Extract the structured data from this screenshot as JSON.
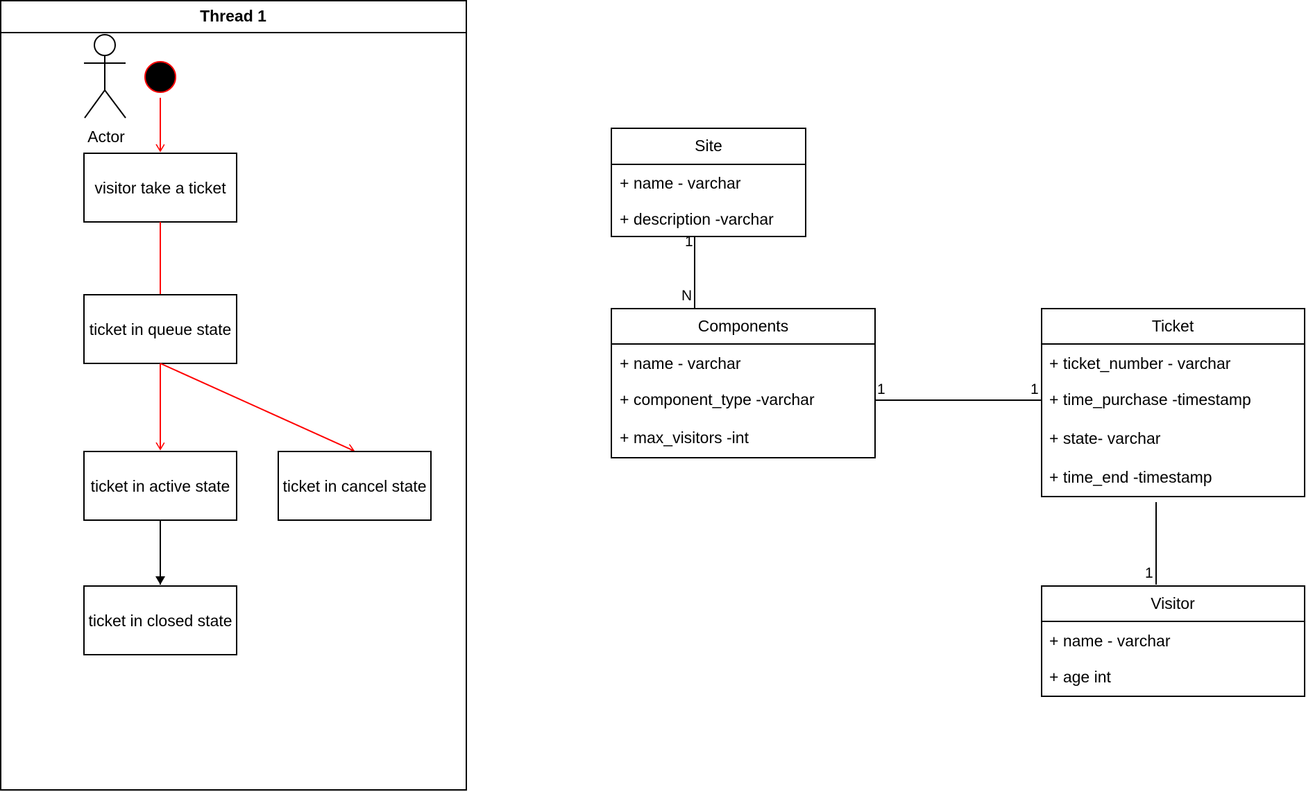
{
  "swimlane": {
    "title": "Thread 1",
    "actor_label": "Actor",
    "states": {
      "take_ticket": "visitor take a ticket",
      "queue": "ticket in queue state",
      "active": "ticket in active state",
      "cancel": "ticket in cancel state",
      "closed": "ticket in closed state"
    }
  },
  "entities": {
    "site": {
      "name": "Site",
      "attributes": [
        "+ name - varchar",
        "+ description -varchar"
      ]
    },
    "components": {
      "name": "Components",
      "attributes": [
        "+ name - varchar",
        "+ component_type -varchar",
        "+ max_visitors -int"
      ]
    },
    "ticket": {
      "name": "Ticket",
      "attributes": [
        "+ ticket_number - varchar",
        "+ time_purchase -timestamp",
        "+ state- varchar",
        "+ time_end -timestamp"
      ]
    },
    "visitor": {
      "name": "Visitor",
      "attributes": [
        "+ name - varchar",
        "+ age int"
      ]
    }
  },
  "relations": {
    "site_components": {
      "from_mult": "1",
      "to_mult": "N"
    },
    "components_ticket": {
      "from_mult": "1",
      "to_mult": "1"
    },
    "ticket_visitor": {
      "to_mult": "1"
    }
  },
  "colors": {
    "flow_arrow": "#ff0000",
    "plain_arrow": "#000000",
    "start_node_fill": "#000000",
    "start_node_stroke": "#ff0000"
  },
  "icons": {
    "actor": "stick-figure-icon",
    "start": "initial-node-icon"
  }
}
